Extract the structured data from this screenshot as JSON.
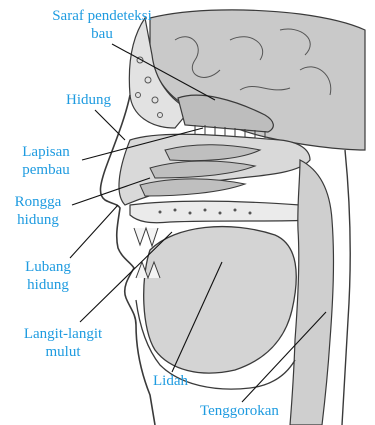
{
  "labels": {
    "saraf_l1": "Saraf pendeteksi",
    "saraf_l2": "bau",
    "hidung": "Hidung",
    "lapisan_l1": "Lapisan",
    "lapisan_l2": "pembau",
    "rongga_l1": "Rongga",
    "rongga_l2": "hidung",
    "lubang_l1": "Lubang",
    "lubang_l2": "hidung",
    "langit_l1": "Langit-langit",
    "langit_l2": "mulut",
    "lidah": "Lidah",
    "tenggorokan": "Tenggorokan"
  },
  "colors": {
    "label_text": "#1e9be0",
    "outline": "#3a3a3a",
    "shading": "#d2d2d2"
  }
}
